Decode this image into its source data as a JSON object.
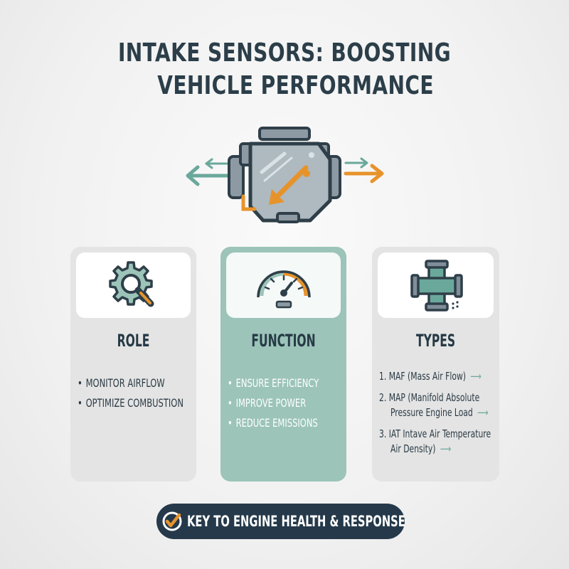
{
  "title": {
    "line1": "INTAKE SENSORS: BOOSTING",
    "line2": "VEHICLE PERFORMANCE"
  },
  "colors": {
    "dark": "#25394a",
    "teal": "#9cc4b9",
    "orange": "#e7932b",
    "slate": "#7f8e98"
  },
  "icons": {
    "hero": "engine-icon",
    "role": "gear-magnifier-icon",
    "function": "speedometer-icon",
    "types": "pipe-junction-icon",
    "footer": "check-icon"
  },
  "cards": {
    "role": {
      "heading": "ROLE",
      "items": [
        "MONITOR AIRFLOW",
        "OPTIMIZE COMBUSTION"
      ]
    },
    "function": {
      "heading": "FUNCTION",
      "items": [
        "ENSURE EFFICIENCY",
        "IMPROVE POWER",
        "REDUCE EMISSIONS"
      ]
    },
    "types": {
      "heading": "TYPES",
      "items": [
        {
          "line1": "1. MAF (Mass Air Flow)",
          "line2": ""
        },
        {
          "line1": "2. MAP (Manifold Absolute",
          "line2": "Pressure  Engine Load"
        },
        {
          "line1": "3. IAT Intave Air Temperature",
          "line2": "Air Density)"
        }
      ]
    }
  },
  "footer": {
    "label": "KEY TO ENGINE HEALTH & RESPONSE"
  }
}
